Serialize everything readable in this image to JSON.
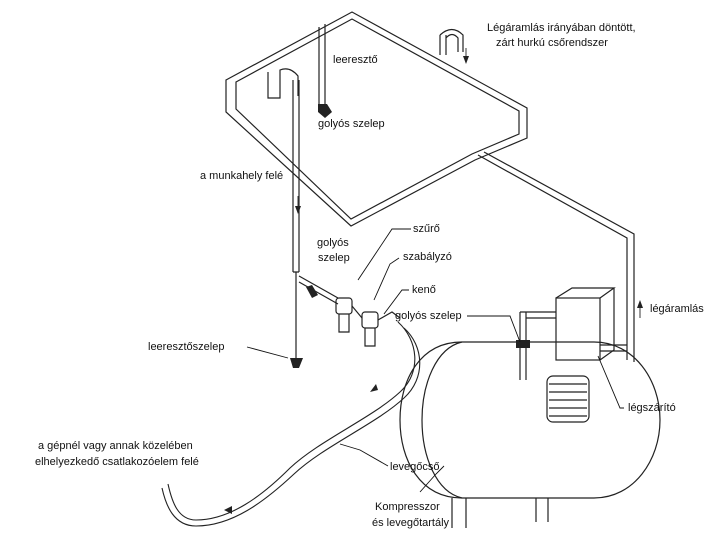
{
  "diagram": {
    "labels": {
      "loop_title_1": "Légáramlás irányában döntött,",
      "loop_title_2": "zárt hurkú csőrendszer",
      "leereszto": "leeresztő",
      "golyos_szelep_top": "golyós szelep",
      "munkahely": "a munkahely felé",
      "szuro": "szűrő",
      "golyos_1": "golyós",
      "golyos_2": "szelep",
      "szabalyzo": "szabályzó",
      "keno": "kenő",
      "golyos_szelep_right": "golyós szelep",
      "legaramlas": "légáramlás",
      "leeresztoszelep": "leeresztőszelep",
      "legszarito": "légszárító",
      "gepnel_1": "a gépnél vagy annak közelében",
      "gepnel_2": "elhelyezkedő csatlakozóelem felé",
      "levegocso": "levegőcső",
      "kompresszor_1": "Kompresszor",
      "kompresszor_2": "és levegőtartály"
    },
    "colors": {
      "line": "#222222",
      "background": "#ffffff"
    }
  }
}
